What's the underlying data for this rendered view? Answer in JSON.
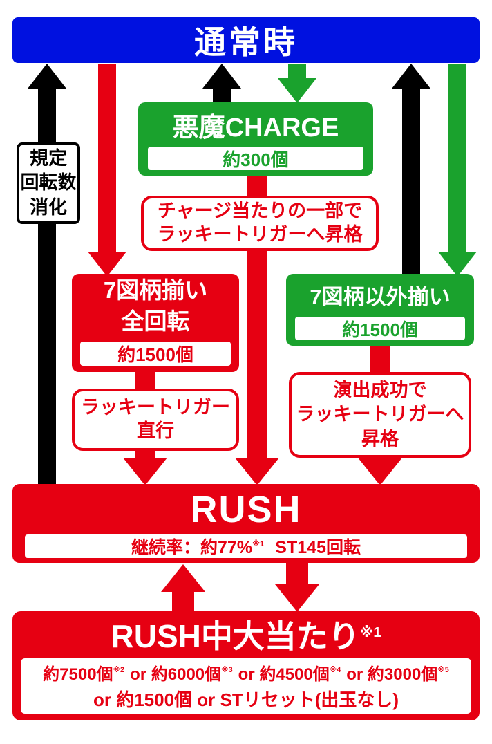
{
  "colors": {
    "blue": "#0011e0",
    "red": "#e60012",
    "green": "#1aa22d",
    "black": "#000000",
    "white": "#ffffff"
  },
  "header": {
    "title": "通常時"
  },
  "left_label": {
    "text": "規定\n回転数\n消化"
  },
  "charge": {
    "title": "悪魔CHARGE",
    "payout": "約300個",
    "note": "チャージ当たりの一部で\nラッキートリガーへ昇格"
  },
  "seven_match": {
    "title": "7図柄揃い\n全回転",
    "payout": "約1500個",
    "note": "ラッキートリガー\n直行"
  },
  "non_seven_match": {
    "title": "7図柄以外揃い",
    "payout": "約1500個",
    "note": "演出成功で\nラッキートリガーへ\n昇格"
  },
  "rush": {
    "title": "RUSH",
    "rate_pre": "継続率：約77%",
    "rate_sup": "※1",
    "rate_post": "ST145回転"
  },
  "jackpot": {
    "title": "RUSH中大当たり",
    "title_sup": "※1",
    "line1": [
      {
        "t": "約7500個",
        "sup": "※2"
      },
      {
        "t": "or 約6000個",
        "sup": "※3"
      },
      {
        "t": "or 約4500個",
        "sup": "※4"
      },
      {
        "t": "or 約3000個",
        "sup": "※5"
      }
    ],
    "line2": "or 約1500個 or STリセット(出玉なし)"
  }
}
